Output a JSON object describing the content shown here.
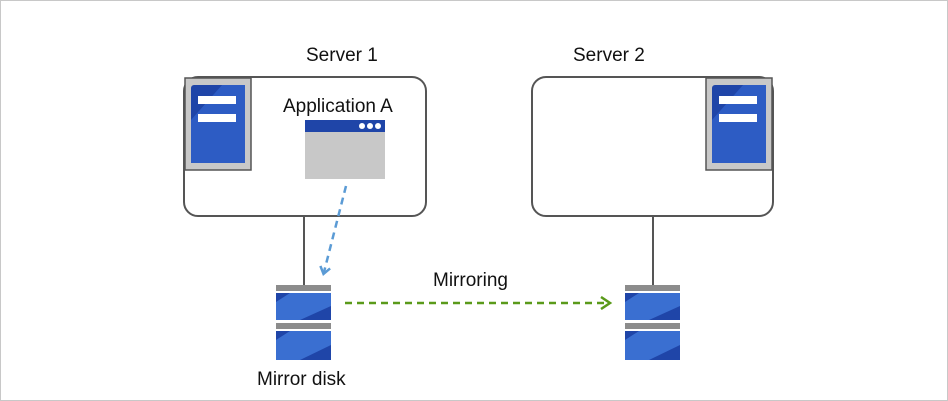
{
  "server1": {
    "label": "Server 1"
  },
  "server2": {
    "label": "Server 2"
  },
  "application": {
    "label": "Application A"
  },
  "mirror_disk": {
    "label": "Mirror disk"
  },
  "mirroring": {
    "label": "Mirroring"
  },
  "colors": {
    "server_box_border": "#555555",
    "server_unit_bg": "#c8c8c8",
    "server_unit_blue": "#1f45a8",
    "server_unit_highlight": "#3a6fd1",
    "app_window_bar": "#1f45a8",
    "app_window_body": "#c8c8c8",
    "access_arrow": "#5b9bd5",
    "mirroring_arrow": "#5a9a1a",
    "disk_blue": "#1f45a8",
    "disk_gray": "#8c8c8c"
  }
}
